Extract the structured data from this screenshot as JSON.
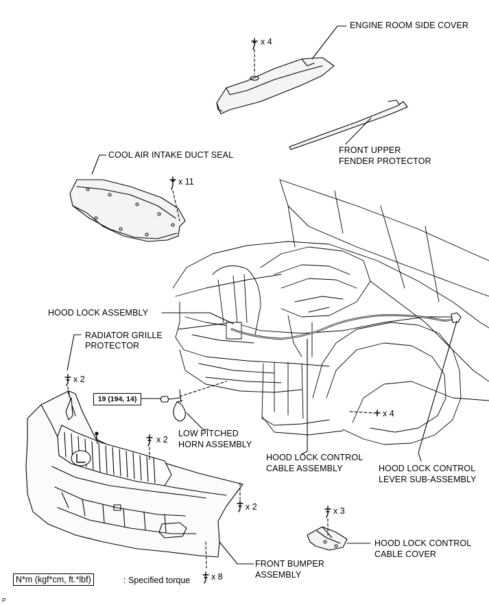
{
  "labels": {
    "engine_room_side_cover": "ENGINE ROOM SIDE COVER",
    "front_upper_fender_protector_1": "FRONT UPPER",
    "front_upper_fender_protector_2": "FENDER PROTECTOR",
    "cool_air_intake_duct_seal": "COOL AIR INTAKE DUCT SEAL",
    "hood_lock_assembly": "HOOD LOCK ASSEMBLY",
    "radiator_grille_protector_1": "RADIATOR GRILLE",
    "radiator_grille_protector_2": "PROTECTOR",
    "low_pitched_horn_1": "LOW PITCHED",
    "low_pitched_horn_2": "HORN ASSEMBLY",
    "hood_lock_control_cable_1": "HOOD LOCK CONTROL",
    "hood_lock_control_cable_2": "CABLE ASSEMBLY",
    "hood_lock_control_lever_1": "HOOD LOCK CONTROL",
    "hood_lock_control_lever_2": "LEVER SUB-ASSEMBLY",
    "hood_lock_control_cable_cover_1": "HOOD LOCK CONTROL",
    "hood_lock_control_cable_cover_2": "CABLE COVER",
    "front_bumper_1": "FRONT BUMPER",
    "front_bumper_2": "ASSEMBLY"
  },
  "quantities": {
    "side_cover_clips": "x 4",
    "duct_seal_clips": "x 11",
    "grille_protector_clips": "x 2",
    "bumper_top_clips": "x 2",
    "fender_clips": "x 4",
    "bumper_side_screws": "x 2",
    "cable_cover_bolts": "x 3",
    "bumper_bottom_screws": "x 8"
  },
  "torque": "19 (194, 14)",
  "legend": {
    "box": "N*m (kgf*cm, ft.*lbf)",
    "text": ": Specified torque"
  },
  "corner_mark": "P"
}
